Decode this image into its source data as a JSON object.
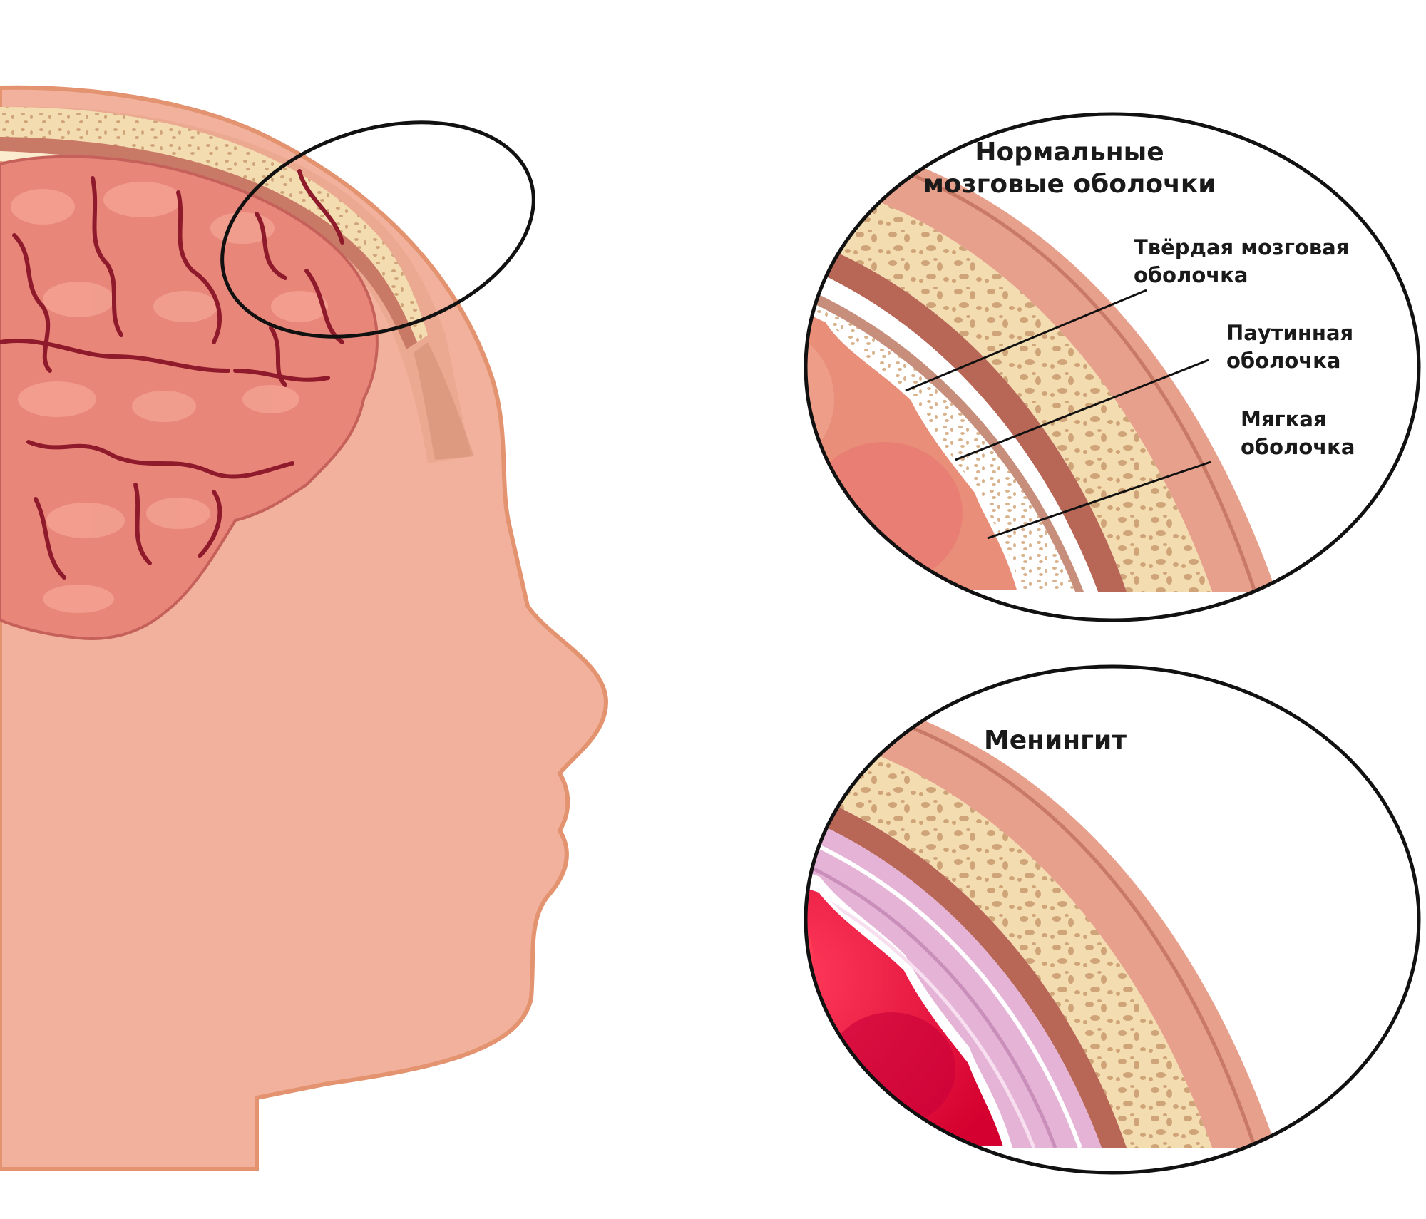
{
  "colors": {
    "skin": "#f1b19c",
    "skin_edge": "#e3936f",
    "brain": "#e9867a",
    "sulcus": "#8e1a2b",
    "bone": "#f3dcb0",
    "bone_pore": "#cfa478",
    "dura": "#b86656",
    "inflamed_brain": "#e3003a",
    "inflamed_membrane": "#e4b3d6",
    "outline": "#111111"
  },
  "normal_panel": {
    "title_line1": "Нормальные",
    "title_line2": "мозговые оболочки",
    "labels": [
      {
        "line1": "Твёрдая мозговая",
        "line2": "оболочка"
      },
      {
        "line1": "Паутинная",
        "line2": "оболочка"
      },
      {
        "line1": "Мягкая",
        "line2": "оболочка"
      }
    ]
  },
  "meningitis_panel": {
    "title": "Менингит"
  }
}
